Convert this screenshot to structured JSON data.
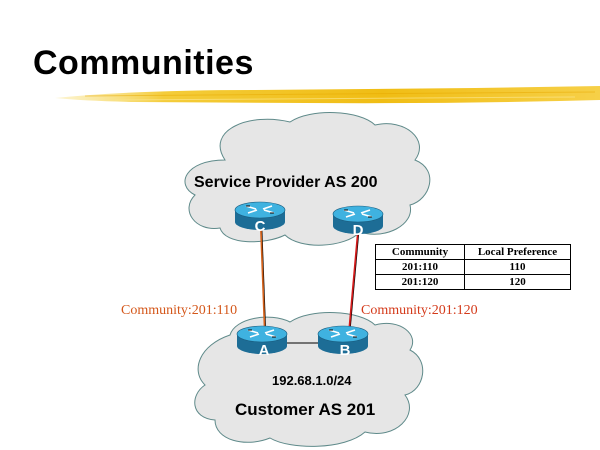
{
  "slide": {
    "title": "Communities"
  },
  "clouds": {
    "provider": {
      "label": "Service Provider  AS 200"
    },
    "customer": {
      "label": "Customer AS 201",
      "prefix": "192.68.1.0/24"
    }
  },
  "routers": [
    {
      "id": "C",
      "label": "C"
    },
    {
      "id": "D",
      "label": "D"
    },
    {
      "id": "A",
      "label": "A"
    },
    {
      "id": "B",
      "label": "B"
    }
  ],
  "links": [
    {
      "from": "C",
      "to": "A",
      "color": "#d4611a",
      "annotation": "Community:201:110"
    },
    {
      "from": "D",
      "to": "B",
      "color": "#d41a1a",
      "annotation": "Community:201:120"
    },
    {
      "from": "A",
      "to": "B",
      "color": "#000000"
    }
  ],
  "preference_table": {
    "headers": [
      "Community",
      "Local Preference"
    ],
    "rows": [
      [
        "201:110",
        "110"
      ],
      [
        "201:120",
        "120"
      ]
    ]
  },
  "colors": {
    "cloud_fill": "#e6e6e6",
    "cloud_stroke": "#5f8a8a",
    "router_top": "#3fb2e0",
    "router_side": "#1d6d96",
    "brush": "#f2c21a"
  }
}
